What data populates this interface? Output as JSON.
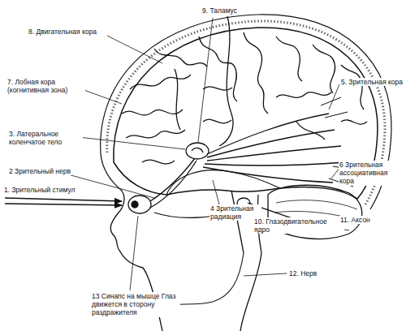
{
  "diagram": {
    "labels": [
      "9. Таламус",
      "8. Двигательная кора",
      "7. Лобная кора (когнитивная зона)",
      "5. Зрительная кора",
      "3. Латеральное коленчатое тело",
      "2 Зрительный нерв",
      "6 Зрительная ассоциативная кора",
      "1. Зрительный стимул",
      "4 Зрительная радиация",
      "10. Глазодвигательное ядро",
      "11. Аксон",
      "12. Нерв",
      "13 Синапс на мышце Глаз движется в сторону раздражителя"
    ]
  }
}
